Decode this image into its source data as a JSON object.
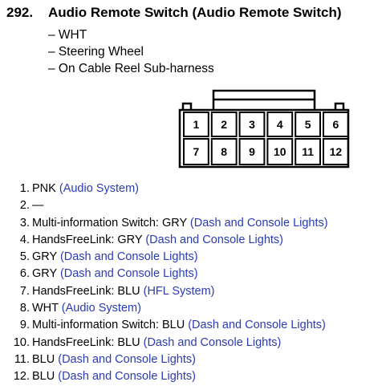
{
  "header": {
    "number": "292.",
    "title": "Audio Remote Switch (Audio Remote Switch)"
  },
  "details": [
    "– WHT",
    "– Steering Wheel",
    "– On Cable Reel Sub-harness"
  ],
  "connector": {
    "top_row": [
      "1",
      "2",
      "3",
      "4",
      "5",
      "6"
    ],
    "bottom_row": [
      "7",
      "8",
      "9",
      "10",
      "11",
      "12"
    ]
  },
  "pins": [
    {
      "num": "1.",
      "desc": "PNK",
      "link": "(Audio System)"
    },
    {
      "num": "2.",
      "desc": "—",
      "link": ""
    },
    {
      "num": "3.",
      "desc": "Multi-information Switch: GRY",
      "link": "(Dash and Console Lights)"
    },
    {
      "num": "4.",
      "desc": "HandsFreeLink: GRY",
      "link": "(Dash and Console Lights)"
    },
    {
      "num": "5.",
      "desc": "GRY",
      "link": "(Dash and Console Lights)"
    },
    {
      "num": "6.",
      "desc": "GRY",
      "link": "(Dash and Console Lights)"
    },
    {
      "num": "7.",
      "desc": "HandsFreeLink: BLU",
      "link": "(HFL System)"
    },
    {
      "num": "8.",
      "desc": "WHT",
      "link": "(Audio System)"
    },
    {
      "num": "9.",
      "desc": "Multi-information Switch: BLU",
      "link": "(Dash and Console Lights)"
    },
    {
      "num": "10.",
      "desc": "HandsFreeLink: BLU",
      "link": "(Dash and Console Lights)"
    },
    {
      "num": "11.",
      "desc": "BLU",
      "link": "(Dash and Console Lights)"
    },
    {
      "num": "12.",
      "desc": "BLU",
      "link": "(Dash and Console Lights)"
    }
  ],
  "colors": {
    "link": "#2a3bb8",
    "text": "#000000"
  }
}
